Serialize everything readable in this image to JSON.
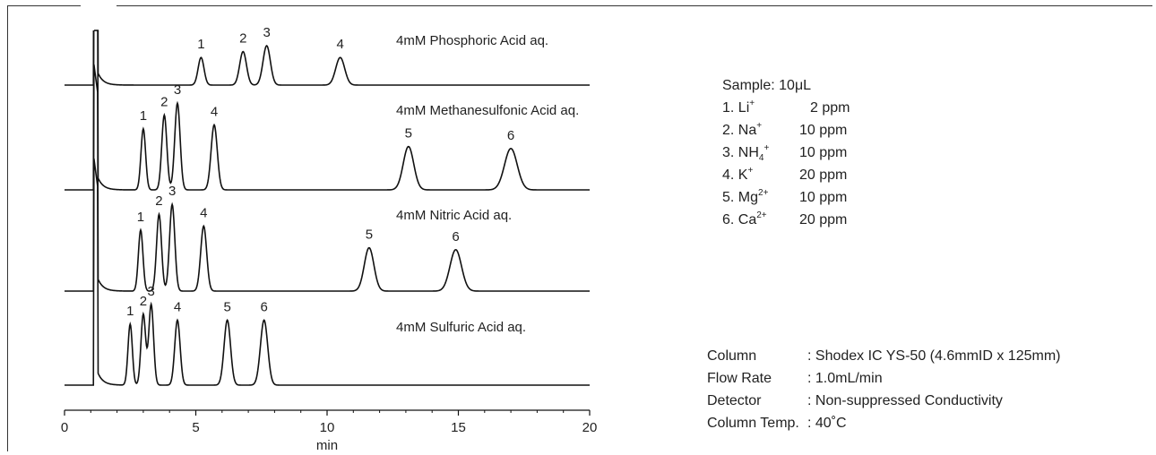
{
  "chart_data": {
    "type": "line",
    "xlabel": "min",
    "xlim": [
      0,
      20
    ],
    "x_ticks": [
      0,
      5,
      10,
      15,
      20
    ],
    "series": [
      {
        "name": "4mM Phosphoric Acid aq.",
        "peaks": [
          {
            "label": "1",
            "time": 5.2,
            "height": 0.28
          },
          {
            "label": "2",
            "time": 6.8,
            "height": 0.34
          },
          {
            "label": "3",
            "time": 7.7,
            "height": 0.4
          },
          {
            "label": "4",
            "time": 10.5,
            "height": 0.28
          }
        ]
      },
      {
        "name": "4mM Methanesulfonic Acid aq.",
        "peaks": [
          {
            "label": "1",
            "time": 3.0,
            "height": 0.62
          },
          {
            "label": "2",
            "time": 3.8,
            "height": 0.76
          },
          {
            "label": "3",
            "time": 4.3,
            "height": 0.88
          },
          {
            "label": "4",
            "time": 5.7,
            "height": 0.66
          },
          {
            "label": "5",
            "time": 13.1,
            "height": 0.44
          },
          {
            "label": "6",
            "time": 17.0,
            "height": 0.42
          }
        ]
      },
      {
        "name": "4mM Nitric Acid aq.",
        "peaks": [
          {
            "label": "1",
            "time": 2.9,
            "height": 0.62
          },
          {
            "label": "2",
            "time": 3.6,
            "height": 0.78
          },
          {
            "label": "3",
            "time": 4.1,
            "height": 0.88
          },
          {
            "label": "4",
            "time": 5.3,
            "height": 0.66
          },
          {
            "label": "5",
            "time": 11.6,
            "height": 0.44
          },
          {
            "label": "6",
            "time": 14.9,
            "height": 0.42
          }
        ]
      },
      {
        "name": "4mM Sulfuric Acid aq.",
        "peaks": [
          {
            "label": "1",
            "time": 2.5,
            "height": 0.62
          },
          {
            "label": "2",
            "time": 3.0,
            "height": 0.72
          },
          {
            "label": "3",
            "time": 3.3,
            "height": 0.82
          },
          {
            "label": "4",
            "time": 4.3,
            "height": 0.66
          },
          {
            "label": "5",
            "time": 6.2,
            "height": 0.66
          },
          {
            "label": "6",
            "time": 7.6,
            "height": 0.66
          }
        ]
      }
    ],
    "sample": {
      "title": "Sample: 10μL",
      "ions": [
        {
          "num": "1. Li",
          "charge": "+",
          "sub": "",
          "conc": "2 ppm"
        },
        {
          "num": "2. Na",
          "charge": "+",
          "sub": "",
          "conc": "10 ppm"
        },
        {
          "num": "3. NH",
          "charge": "+",
          "sub": "4",
          "conc": "10 ppm"
        },
        {
          "num": "4. K",
          "charge": "+",
          "sub": "",
          "conc": "20 ppm"
        },
        {
          "num": "5. Mg",
          "charge": "2+",
          "sub": "",
          "conc": "10 ppm"
        },
        {
          "num": "6. Ca",
          "charge": "2+",
          "sub": "",
          "conc": "20 ppm"
        }
      ]
    },
    "conditions": [
      {
        "key": "Column",
        "value": ": Shodex IC YS-50 (4.6mmID x 125mm)"
      },
      {
        "key": "Flow Rate",
        "value": ": 1.0mL/min"
      },
      {
        "key": "Detector",
        "value": ": Non-suppressed Conductivity"
      },
      {
        "key": "Column Temp.",
        "value": ": 40˚C"
      }
    ]
  }
}
